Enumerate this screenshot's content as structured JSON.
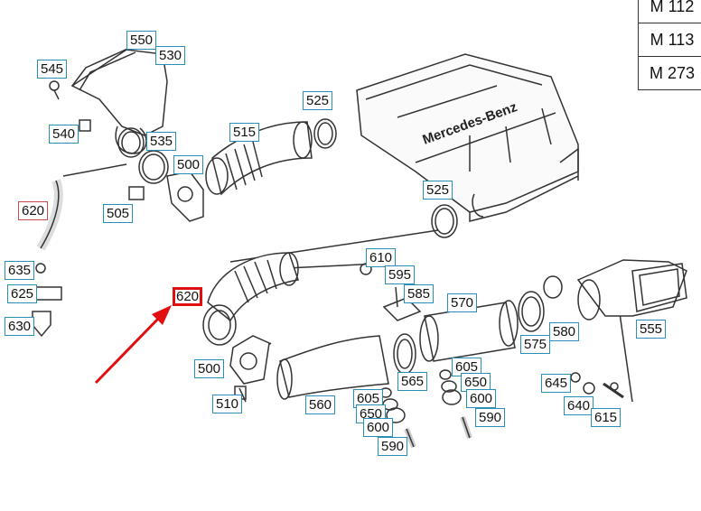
{
  "engine_table": [
    "M 112",
    "M 113",
    "M 273"
  ],
  "labels": {
    "p550": "550",
    "p530": "530",
    "p545": "545",
    "p540": "540",
    "p535": "535",
    "p515": "515",
    "p525a": "525",
    "p500a": "500",
    "p505": "505",
    "p620a": "620",
    "p525b": "525",
    "p635": "635",
    "p625": "625",
    "p630": "630",
    "p620b": "620",
    "p610": "610",
    "p595": "595",
    "p585": "585",
    "p570": "570",
    "p500b": "500",
    "p510": "510",
    "p560": "560",
    "p565": "565",
    "p605a": "605",
    "p650a": "650",
    "p600a": "600",
    "p590a": "590",
    "p605b": "605",
    "p650b": "650",
    "p600b": "600",
    "p590b": "590",
    "p575": "575",
    "p580": "580",
    "p555": "555",
    "p645": "645",
    "p640": "640",
    "p615": "615"
  },
  "engine_cover_text": "Mercedes-Benz",
  "colors": {
    "label_border": "#2a8fb6",
    "highlight": "#e01010",
    "arrow": "#e01010"
  }
}
